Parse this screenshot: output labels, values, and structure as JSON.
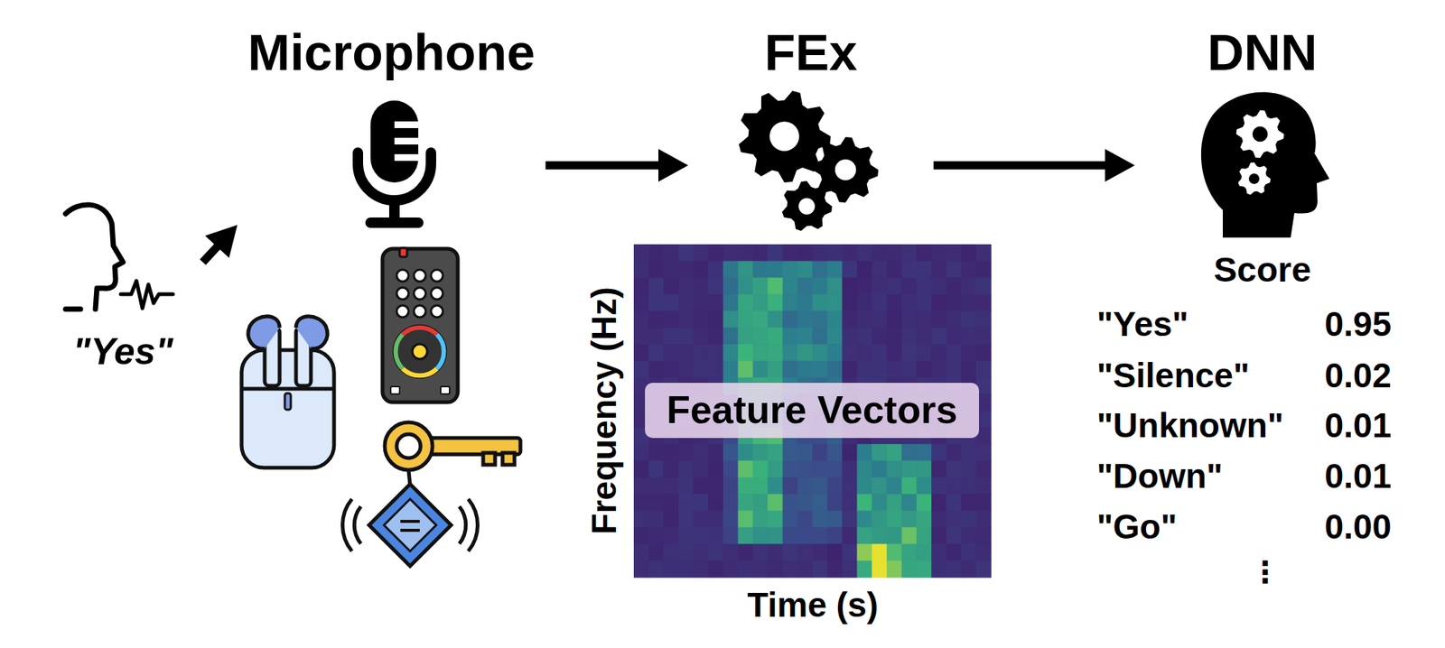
{
  "diagram": {
    "nodes": [
      {
        "text": [
          "\"Yes\""
        ]
      },
      {
        "text": [
          "Microphone"
        ]
      },
      {
        "text": [
          "FEx"
        ]
      },
      {
        "text": [
          "DNN"
        ]
      },
      {
        "text": [
          "Feature Vectors"
        ]
      }
    ],
    "edges": [
      {
        "from": 0,
        "to": 1,
        "arrow": "to"
      },
      {
        "from": 1,
        "to": 2,
        "arrow": "to"
      },
      {
        "from": 2,
        "to": 3,
        "arrow": "to"
      }
    ],
    "labels": [
      "Frequency (Hz)",
      "Time (s)",
      "Score",
      "\"Yes\"",
      "0.95",
      "\"Silence\"",
      "0.02",
      "\"Unknown\"",
      "0.01",
      "\"Down\"",
      "0.01",
      "\"Go\"",
      "0.00",
      "⋮"
    ]
  }
}
